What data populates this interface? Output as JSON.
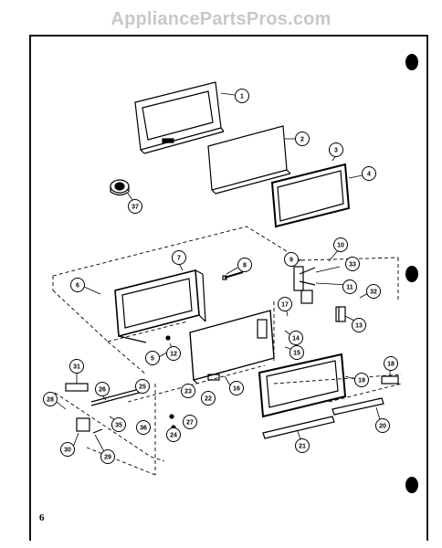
{
  "watermark": "AppliancePartsPros.com",
  "page_number": "6",
  "callouts": [
    {
      "id": "c1",
      "label": "1"
    },
    {
      "id": "c2",
      "label": "2"
    },
    {
      "id": "c3",
      "label": "3"
    },
    {
      "id": "c4",
      "label": "4"
    },
    {
      "id": "c37",
      "label": "37"
    },
    {
      "id": "c7",
      "label": "7"
    },
    {
      "id": "c8",
      "label": "8"
    },
    {
      "id": "c6",
      "label": "6"
    },
    {
      "id": "c9",
      "label": "9"
    },
    {
      "id": "c10",
      "label": "10"
    },
    {
      "id": "c33",
      "label": "33"
    },
    {
      "id": "c11",
      "label": "11"
    },
    {
      "id": "c32",
      "label": "32"
    },
    {
      "id": "c13",
      "label": "13"
    },
    {
      "id": "c17",
      "label": "17"
    },
    {
      "id": "c14",
      "label": "14"
    },
    {
      "id": "c15",
      "label": "15"
    },
    {
      "id": "c5",
      "label": "5"
    },
    {
      "id": "c12",
      "label": "12"
    },
    {
      "id": "c23",
      "label": "23"
    },
    {
      "id": "c22",
      "label": "22"
    },
    {
      "id": "c16",
      "label": "16"
    },
    {
      "id": "c18",
      "label": "18"
    },
    {
      "id": "c19",
      "label": "19"
    },
    {
      "id": "c20",
      "label": "20"
    },
    {
      "id": "c21",
      "label": "21"
    },
    {
      "id": "c31",
      "label": "31"
    },
    {
      "id": "c26",
      "label": "26"
    },
    {
      "id": "c25",
      "label": "25"
    },
    {
      "id": "c28",
      "label": "28"
    },
    {
      "id": "c35",
      "label": "35"
    },
    {
      "id": "c36",
      "label": "36"
    },
    {
      "id": "c24",
      "label": "24"
    },
    {
      "id": "c27",
      "label": "27"
    },
    {
      "id": "c30",
      "label": "30"
    },
    {
      "id": "c29",
      "label": "29"
    }
  ]
}
